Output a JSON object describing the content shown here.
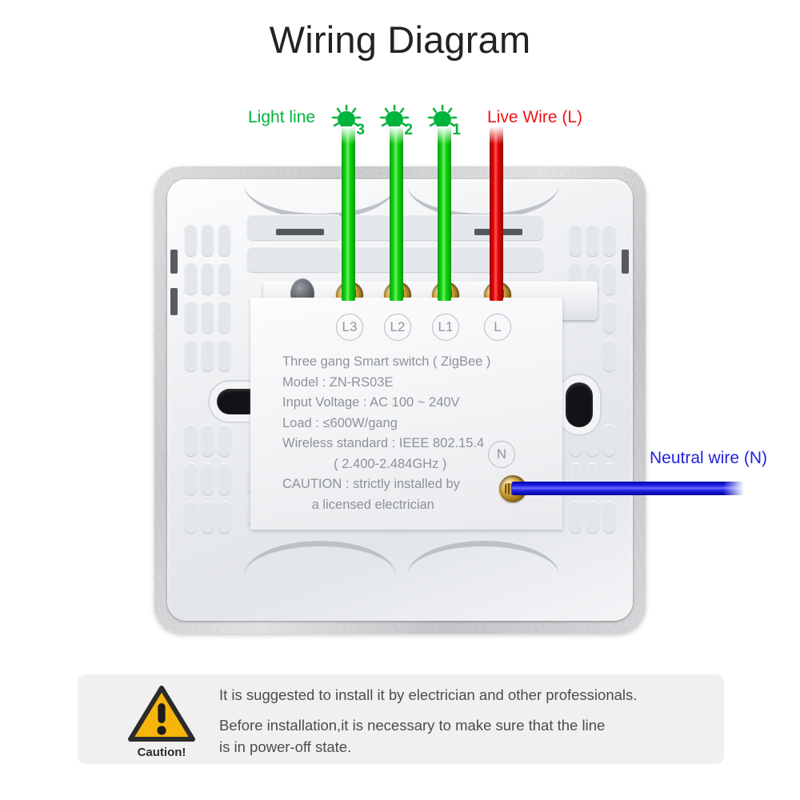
{
  "page": {
    "title": "Wiring Diagram"
  },
  "wires": {
    "light_line_label": "Light line",
    "live_wire_label": "Live Wire (L)",
    "neutral_wire_label": "Neutral wire (N)",
    "bulbs": [
      {
        "number": "3",
        "icon": "light-bulb-icon"
      },
      {
        "number": "2",
        "icon": "light-bulb-icon"
      },
      {
        "number": "1",
        "icon": "light-bulb-icon"
      }
    ],
    "colors": {
      "light_line": "#00b33c",
      "live": "#f01414",
      "neutral": "#2222dd",
      "wire_green": "#18d21a",
      "wire_red": "#e20505",
      "wire_blue": "#2222e8"
    }
  },
  "device": {
    "terminals": [
      {
        "id": "L3",
        "label": "L3"
      },
      {
        "id": "L2",
        "label": "L2"
      },
      {
        "id": "L1",
        "label": "L1"
      },
      {
        "id": "L",
        "label": "L"
      },
      {
        "id": "N",
        "label": "N"
      }
    ],
    "spec_lines": [
      "Three gang Smart switch ( ZigBee )",
      "Model : ZN-RS03E",
      "Input Voltage : AC 100 ~ 240V",
      "Load : ≤600W/gang",
      "Wireless standard : IEEE 802.15.4",
      "              ( 2.400-2.484GHz )",
      "CAUTION : strictly installed by",
      "        a licensed electrician"
    ]
  },
  "caution": {
    "icon": "warning-triangle-icon",
    "word": "Caution!",
    "paragraphs": [
      "It is suggested to install it by electrician and other professionals.",
      "Before installation,it is necessary to make sure that the line\nis in power-off state."
    ],
    "icon_color": "#f5b50a"
  }
}
